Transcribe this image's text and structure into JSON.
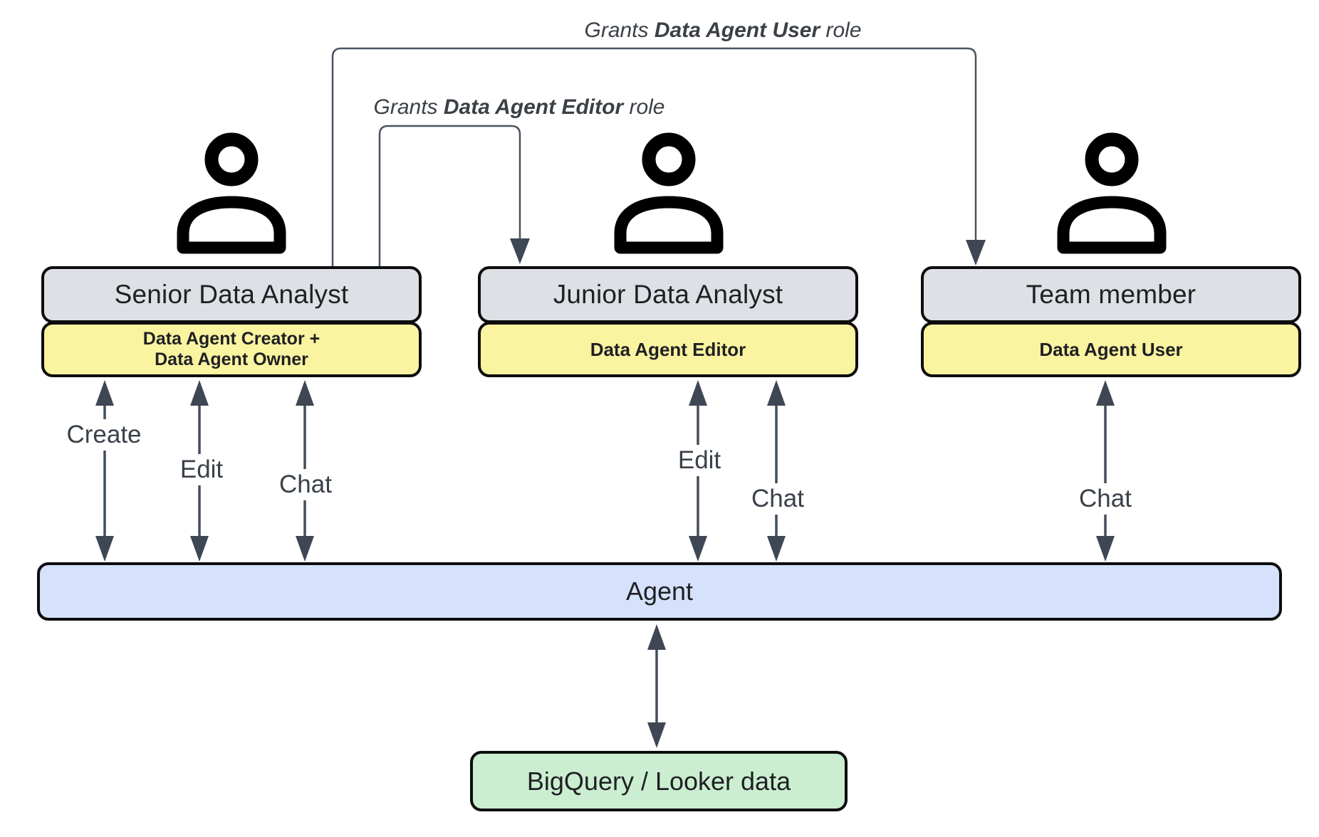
{
  "diagram": {
    "grant_annotations": [
      {
        "prefix": "Grants ",
        "role": "Data Agent User",
        "suffix": " role"
      },
      {
        "prefix": "Grants ",
        "role": "Data Agent Editor",
        "suffix": " role"
      }
    ],
    "actors": [
      {
        "title": "Senior Data Analyst",
        "roles": [
          "Data Agent Creator +",
          "Data Agent Owner"
        ]
      },
      {
        "title": "Junior Data Analyst",
        "roles": [
          "Data Agent Editor"
        ]
      },
      {
        "title": "Team member",
        "roles": [
          "Data Agent User"
        ]
      }
    ],
    "action_labels": {
      "create": "Create",
      "edit": "Edit",
      "chat": "Chat"
    },
    "agent_label": "Agent",
    "datastore_label": "BigQuery / Looker data",
    "colors": {
      "actor_title_bg": "#dde0e5",
      "actor_role_bg": "#faf3a0",
      "agent_bg": "#d6e2fb",
      "datastore_bg": "#cbeed1",
      "line": "#454e5b",
      "border": "#0d0d0d"
    }
  }
}
